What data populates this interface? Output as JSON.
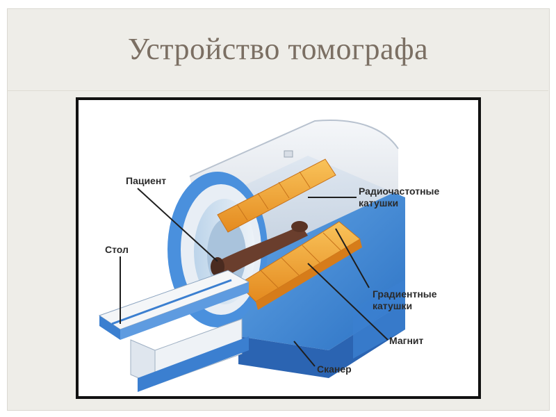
{
  "slide": {
    "title": "Устройство томографа"
  },
  "diagram": {
    "labels": {
      "patient": "Пациент",
      "table": "Стол",
      "rf_coils_line1": "Радиочастотные",
      "rf_coils_line2": "катушки",
      "gradient_coils_line1": "Градиентные",
      "gradient_coils_line2": "катушки",
      "magnet": "Магнит",
      "scanner": "Сканер"
    },
    "colors": {
      "shell": "#3d86d6",
      "coils": "#f3a033",
      "hood": "#e9edf2",
      "table": "#f4f6f8"
    }
  }
}
